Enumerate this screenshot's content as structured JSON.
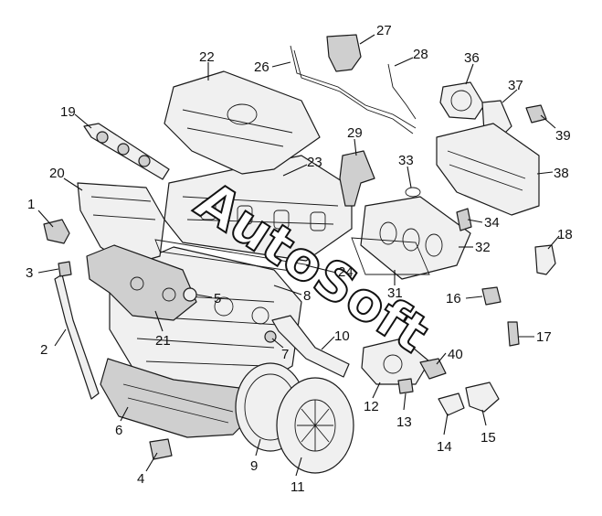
{
  "diagram": {
    "watermark": "AutoSoft",
    "callouts": [
      "1",
      "2",
      "3",
      "4",
      "5",
      "6",
      "7",
      "8",
      "9",
      "10",
      "11",
      "12",
      "13",
      "14",
      "15",
      "16",
      "17",
      "18",
      "19",
      "20",
      "21",
      "22",
      "23",
      "24",
      "26",
      "27",
      "28",
      "29",
      "31",
      "32",
      "33",
      "34",
      "36",
      "37",
      "38",
      "39",
      "40"
    ]
  }
}
